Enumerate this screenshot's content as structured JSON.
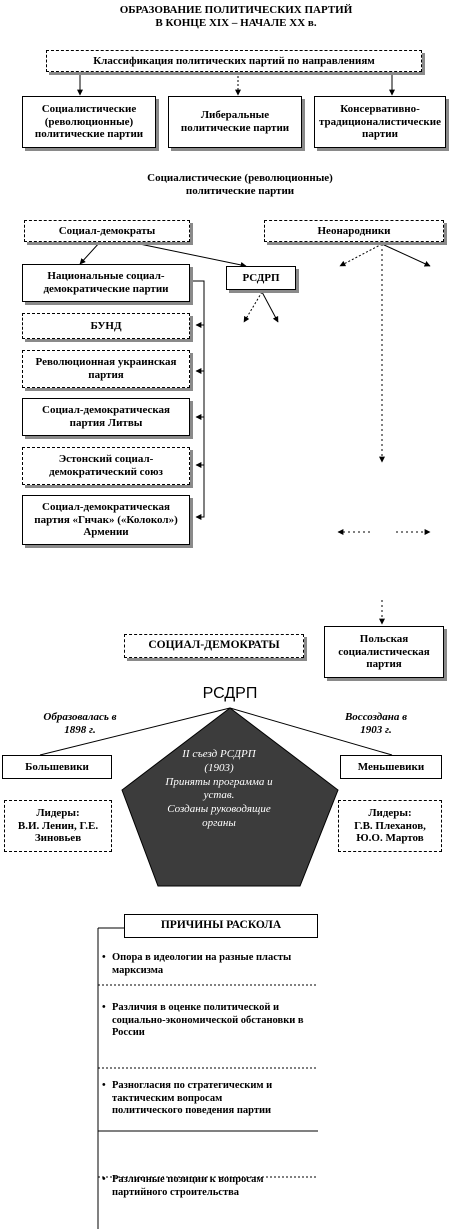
{
  "title": {
    "line1": "ОБРАЗОВАНИЕ  ПОЛИТИЧЕСКИХ  ПАРТИЙ",
    "line2": "В КОНЦЕ  XIX  – НАЧАЛЕ  XX в."
  },
  "classification": {
    "label": "Классификация политических  партий по направлениям",
    "types": [
      "Социалистические (революционные) политические партии",
      "Либеральные политические партии",
      "Консервативно-традиционалистические партии"
    ]
  },
  "socialist": {
    "heading_line1": "Социалистические  (революционные)",
    "heading_line2": "политические  партии",
    "social_democrats": "Социал-демократы",
    "neonarodniki": "Неонародники",
    "rsdrp": "РСДРП",
    "national_parties": [
      "Национальные социал-демократические партии",
      "БУНД",
      "Революционная украинская партия",
      "Социал-демократическая партия Литвы",
      "Эстонский социал-демократический союз",
      "Социал-демократическая партия «Гнчак» («Колокол») Армении"
    ]
  },
  "rsdrp_section": {
    "social_democrats": "СОЦИАЛ-ДЕМОКРАТЫ",
    "polish_party": "Польская социалистическая партия",
    "rsdrp_title": "РСДРП",
    "formed": "Образовалась в 1898 г.",
    "restored": "Воссоздана в 1903 г.",
    "bolsheviks": "Большевики",
    "mensheviks": "Меньшевики",
    "bolshevik_leaders_label": "Лидеры:",
    "bolshevik_leaders": "В.И.  Ленин, Г.Е. Зиновьев",
    "menshevik_leaders_label": "Лидеры:",
    "menshevik_leaders": "Г.В. Плеханов, Ю.О. Мартов",
    "congress": {
      "line1": "II съезд РСДРП",
      "line2": "(1903)",
      "line3": "Приняты программа и устав.",
      "line4": "Созданы руководящие органы"
    }
  },
  "split": {
    "heading": "ПРИЧИНЫ  РАСКОЛА",
    "reasons": [
      "Опора в идеологии на разные пласты марксизма",
      "Различия в оценке политической  и социально-экономической обстановки в России",
      "Разногласия по стратегическим и тактическим вопросам политического поведения партии",
      "Различные позиции к вопросам партийного строительства"
    ]
  },
  "colors": {
    "pentagon_fill": "#3c3c3c",
    "shadow": "#8a8a8a"
  }
}
